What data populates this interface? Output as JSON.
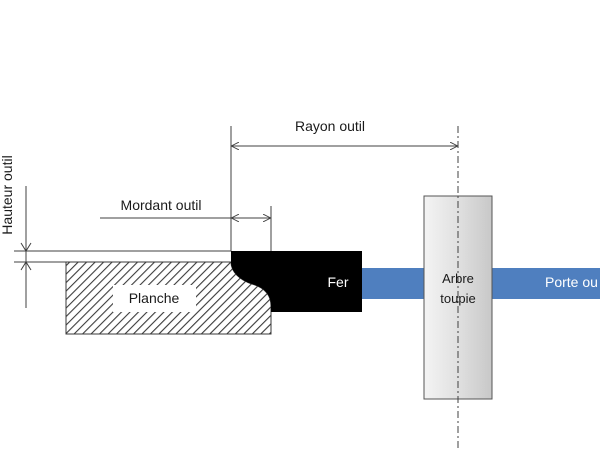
{
  "labels": {
    "rayon_outil": "Rayon outil",
    "mordant_outil": "Mordant outil",
    "hauteur_outil": "Hauteur outil",
    "planche": "Planche",
    "fer": "Fer",
    "arbre_line1": "Arbre",
    "arbre_line2": "toupie",
    "porte_outil": "Porte ou"
  },
  "colors": {
    "porte_outil": "#4f7fbf",
    "fer": "#000000",
    "arbre": "#dcdcdc",
    "planche_hatch": "#3a3a3a",
    "line": "#404040"
  }
}
